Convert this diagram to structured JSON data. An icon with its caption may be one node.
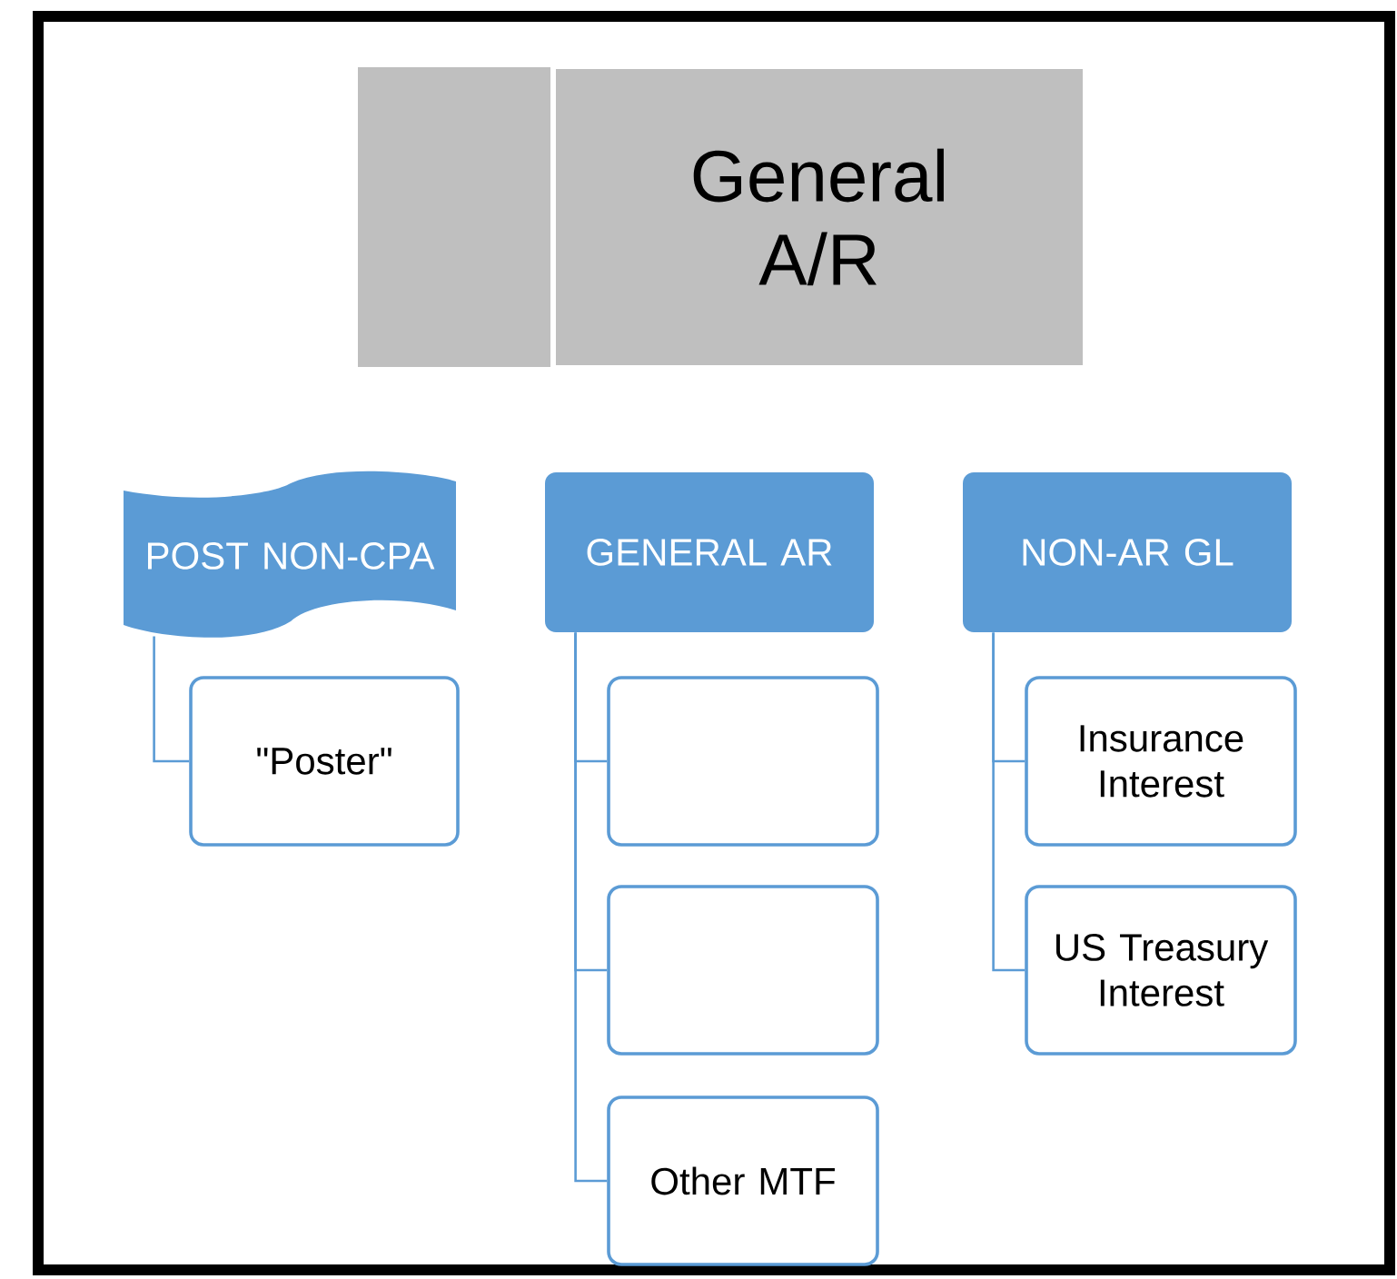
{
  "diagram": {
    "nodes": [
      {
        "text": [],
        "shape": "box"
      },
      {
        "text": [
          "General A/R"
        ]
      },
      {
        "text": [
          "POST NON-CPA"
        ]
      },
      {
        "text": [
          "GENERAL AR"
        ]
      },
      {
        "text": [
          "NON-AR GL"
        ]
      },
      {
        "text": [
          "\"Poster\""
        ]
      },
      {
        "text": [],
        "shape": "box"
      },
      {
        "text": [],
        "shape": "box"
      },
      {
        "text": [
          "Other MTF"
        ]
      },
      {
        "text": [
          "Insurance Interest"
        ]
      },
      {
        "text": [
          "US Treasury Interest"
        ]
      }
    ],
    "edges": [
      {
        "from": 2,
        "to": 5,
        "arrow": "none"
      },
      {
        "from": 3,
        "to": 6,
        "arrow": "none"
      },
      {
        "from": 3,
        "to": 7,
        "arrow": "none"
      },
      {
        "from": 3,
        "to": 8,
        "arrow": "none"
      },
      {
        "from": 4,
        "to": 9,
        "arrow": "none"
      },
      {
        "from": 4,
        "to": 10,
        "arrow": "none"
      }
    ]
  }
}
